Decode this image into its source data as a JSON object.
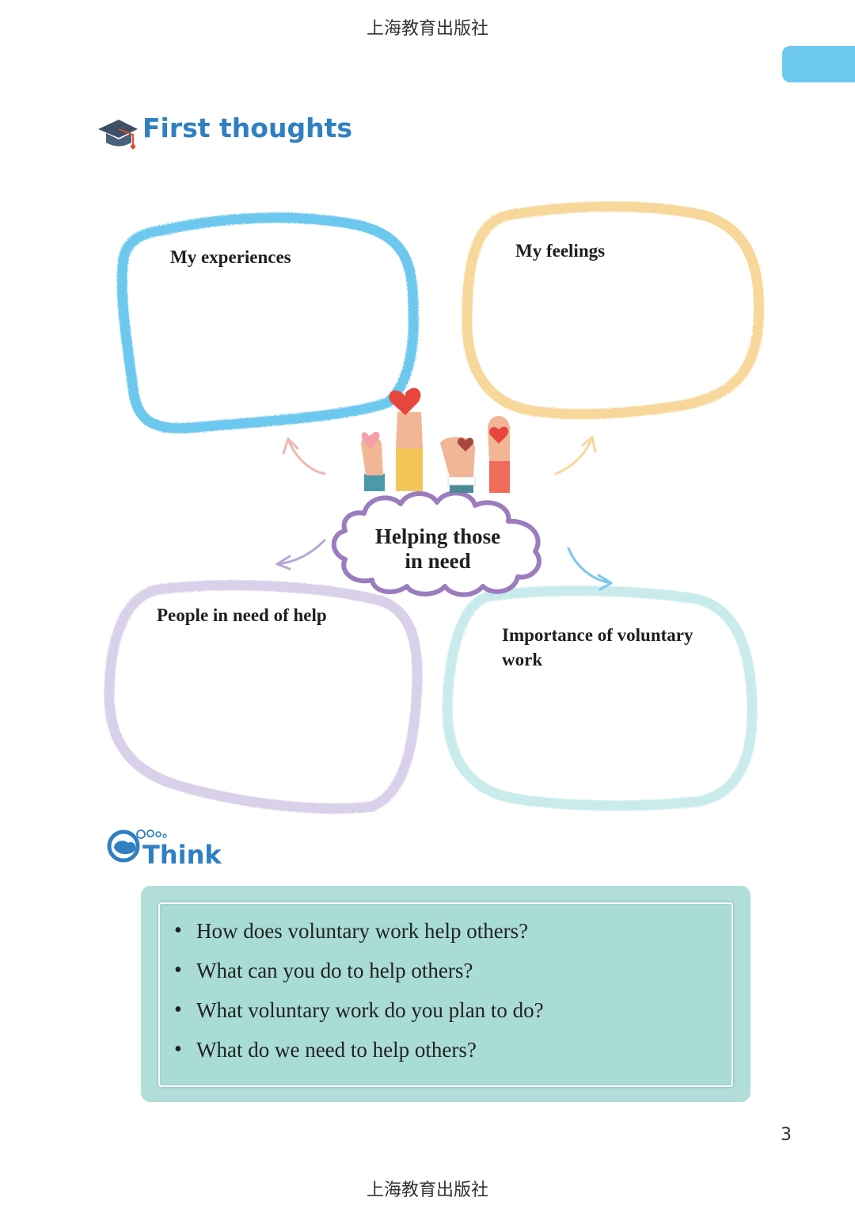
{
  "publisher": "上海教育出版社",
  "sections": {
    "first_thoughts": "First thoughts",
    "think": "Think"
  },
  "mind_map": {
    "center": {
      "line1": "Helping those",
      "line2": "in need"
    },
    "boxes": {
      "experiences": "My experiences",
      "feelings": "My feelings",
      "people": "People in need of help",
      "importance": "Importance of voluntary work"
    }
  },
  "questions": [
    "How does voluntary work help others?",
    "What can you do to help others?",
    "What voluntary work do you plan to do?",
    "What do we need to help others?"
  ],
  "page_number": "3",
  "icons": {
    "section_heading": "graduation-cap-icon",
    "think": "thought-cloud-icon"
  },
  "colors": {
    "title_blue": "#2f7fc2",
    "box_blue": "#6cc8ef",
    "box_yellow": "#f7d79a",
    "box_lavender": "#d9d0ea",
    "box_aqua": "#c9ebec",
    "cloud_purple": "#9b7cbf",
    "think_panel": "#b1ded9"
  }
}
